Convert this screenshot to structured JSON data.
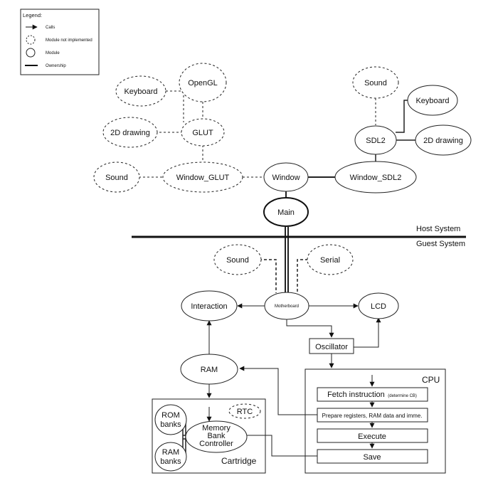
{
  "legend": {
    "title": "Legend:",
    "calls": "Calls",
    "not_implemented": "Module not implemented",
    "module": "Module",
    "ownership": "Ownership"
  },
  "host": {
    "opengl": "OpenGL",
    "keyboard_glut": "Keyboard",
    "glut": "GLUT",
    "drawing_glut": "2D drawing",
    "sound_glut": "Sound",
    "window_glut": "Window_GLUT",
    "window": "Window",
    "window_sdl2": "Window_SDL2",
    "sdl2": "SDL2",
    "sound_sdl2": "Sound",
    "keyboard_sdl2": "Keyboard",
    "drawing_sdl2": "2D drawing",
    "main": "Main"
  },
  "separator": {
    "host_label": "Host System",
    "guest_label": "Guest System"
  },
  "guest": {
    "sound": "Sound",
    "serial": "Serial",
    "interaction": "Interaction",
    "motherboard": "Motherboard",
    "lcd": "LCD",
    "oscillator": "Oscillator",
    "ram": "RAM"
  },
  "cpu": {
    "title": "CPU",
    "fetch": "Fetch instruction",
    "fetch_note": "(determine CB)",
    "prepare": "Prepare registers, RAM data and imme.",
    "execute": "Execute",
    "save": "Save"
  },
  "cartridge": {
    "title": "Cartridge",
    "rom_line1": "ROM",
    "rom_line2": "banks",
    "ram_line1": "RAM",
    "ram_line2": "banks",
    "rtc": "RTC",
    "mbc_line1": "Memory",
    "mbc_line2": "Bank",
    "mbc_line3": "Controller"
  }
}
